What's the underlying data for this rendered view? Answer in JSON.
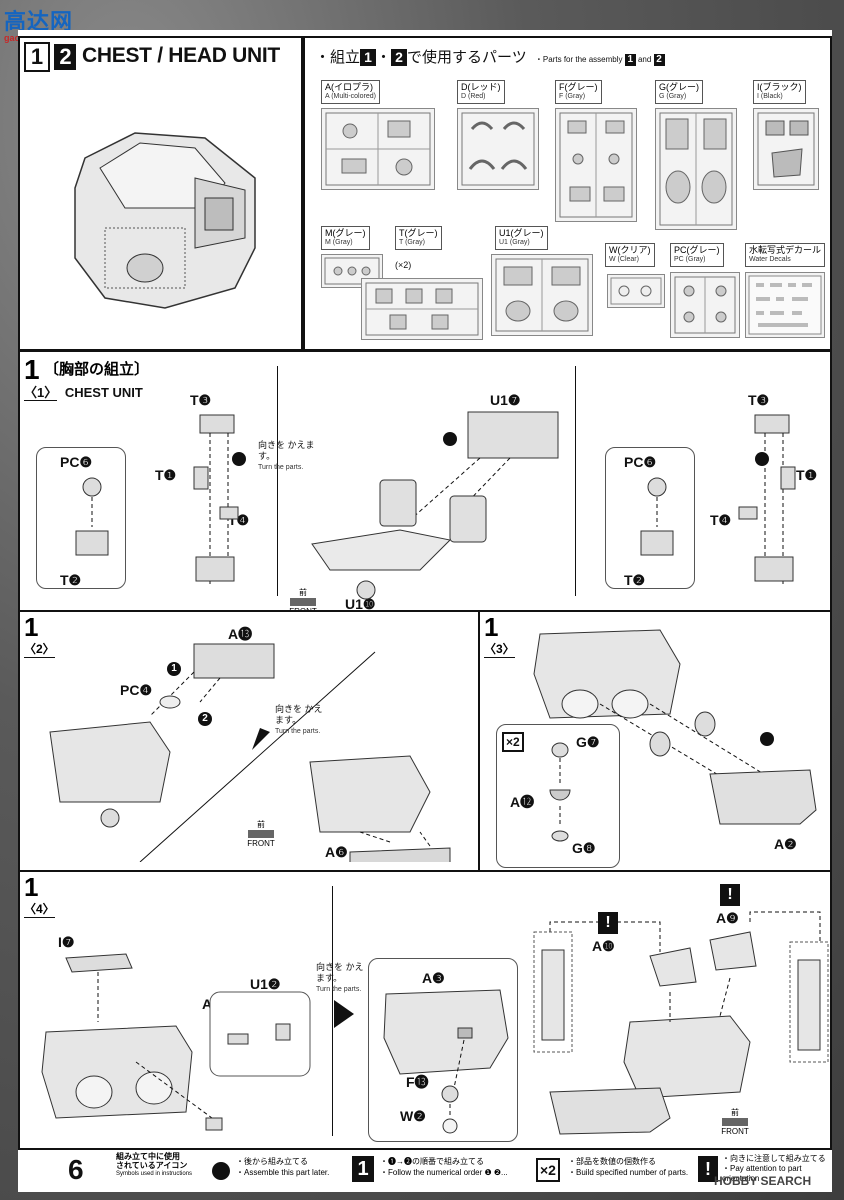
{
  "watermark": {
    "top": "高达网",
    "bottom": "gao-shou.com"
  },
  "header": {
    "step_numbers": [
      "1",
      "2"
    ],
    "title": "CHEST / HEAD UNIT"
  },
  "parts_heading": {
    "bullet": "・",
    "ja_prefix": "組立",
    "box1": "1",
    "sep": "・",
    "box2": "2",
    "ja_suffix": "で使用するパーツ",
    "en_prefix": "・Parts for the assembly",
    "en_box1": "1",
    "en_and": "and",
    "en_box2": "2"
  },
  "parts": [
    {
      "ja": "A(イロプラ)",
      "en": "A (Multi-colored)"
    },
    {
      "ja": "D(レッド)",
      "en": "D (Red)"
    },
    {
      "ja": "F(グレー)",
      "en": "F (Gray)"
    },
    {
      "ja": "G(グレー)",
      "en": "G (Gray)"
    },
    {
      "ja": "I(ブラック)",
      "en": "I (Black)"
    },
    {
      "ja": "M(グレー)",
      "en": "M (Gray)"
    },
    {
      "ja": "T(グレー)",
      "en": "T (Gray)",
      "count": "(×2)"
    },
    {
      "ja": "U1(グレー)",
      "en": "U1 (Gray)"
    },
    {
      "ja": "W(クリア)",
      "en": "W (Clear)"
    },
    {
      "ja": "PC(グレー)",
      "en": "PC (Gray)"
    },
    {
      "ja": "水転写式デカール",
      "en": "Water Decals"
    }
  ],
  "step1_1": {
    "num": "1",
    "title_ja": "〔胸部の組立〕",
    "sub_num": "〈1〉",
    "sub_title": "CHEST UNIT",
    "turn_ja": "向きを かえます。",
    "turn_en": "Turn the parts.",
    "front_ja": "前",
    "front_en": "FRONT",
    "labels": [
      "T❸",
      "PC❻",
      "T❶",
      "T❹",
      "T❷",
      "U1❼",
      "U1❿",
      "T❸",
      "PC❻",
      "T❶",
      "T❹",
      "T❷"
    ]
  },
  "step1_2": {
    "num": "1",
    "sub_num": "〈2〉",
    "turn_ja": "向きを かえます。",
    "turn_en": "Turn the parts.",
    "front_ja": "前",
    "front_en": "FRONT",
    "labels": [
      "A⓭",
      "PC❹",
      "A❻"
    ],
    "order1": "1",
    "order2": "2"
  },
  "step1_3": {
    "num": "1",
    "sub_num": "〈3〉",
    "mult": "×2",
    "labels": [
      "G❼",
      "A⓬",
      "G❽",
      "A❷"
    ]
  },
  "step1_4": {
    "num": "1",
    "sub_num": "〈4〉",
    "turn_ja": "向きを かえます。",
    "turn_en": "Turn the parts.",
    "front_ja": "前",
    "front_en": "FRONT",
    "labels": [
      "I❼",
      "U1❷",
      "A⓫",
      "A❸",
      "F⓭",
      "W❷",
      "A❿",
      "A❾"
    ]
  },
  "footer": {
    "page": "6",
    "legend_title_1": "組み立て中に使用",
    "legend_title_2": "されているアイコン",
    "legend_title_en": "Symbols used in instructions",
    "items": [
      {
        "ja": "・後から組み立てる",
        "en": "・Assemble this part later."
      },
      {
        "ja": "・❶→❷の順番で組み立てる",
        "en": "・Follow the numerical order ❶ ❷..."
      },
      {
        "ja": "・部品を数値の個数作る",
        "en": "・Build specified number of parts."
      },
      {
        "ja": "・向きに注意して組み立てる",
        "en": "・Pay attention to part orientation"
      }
    ],
    "icon_step": "1",
    "icon_mult": "×2",
    "icon_warn": "!",
    "brand": "HOBBY SEARCH"
  }
}
